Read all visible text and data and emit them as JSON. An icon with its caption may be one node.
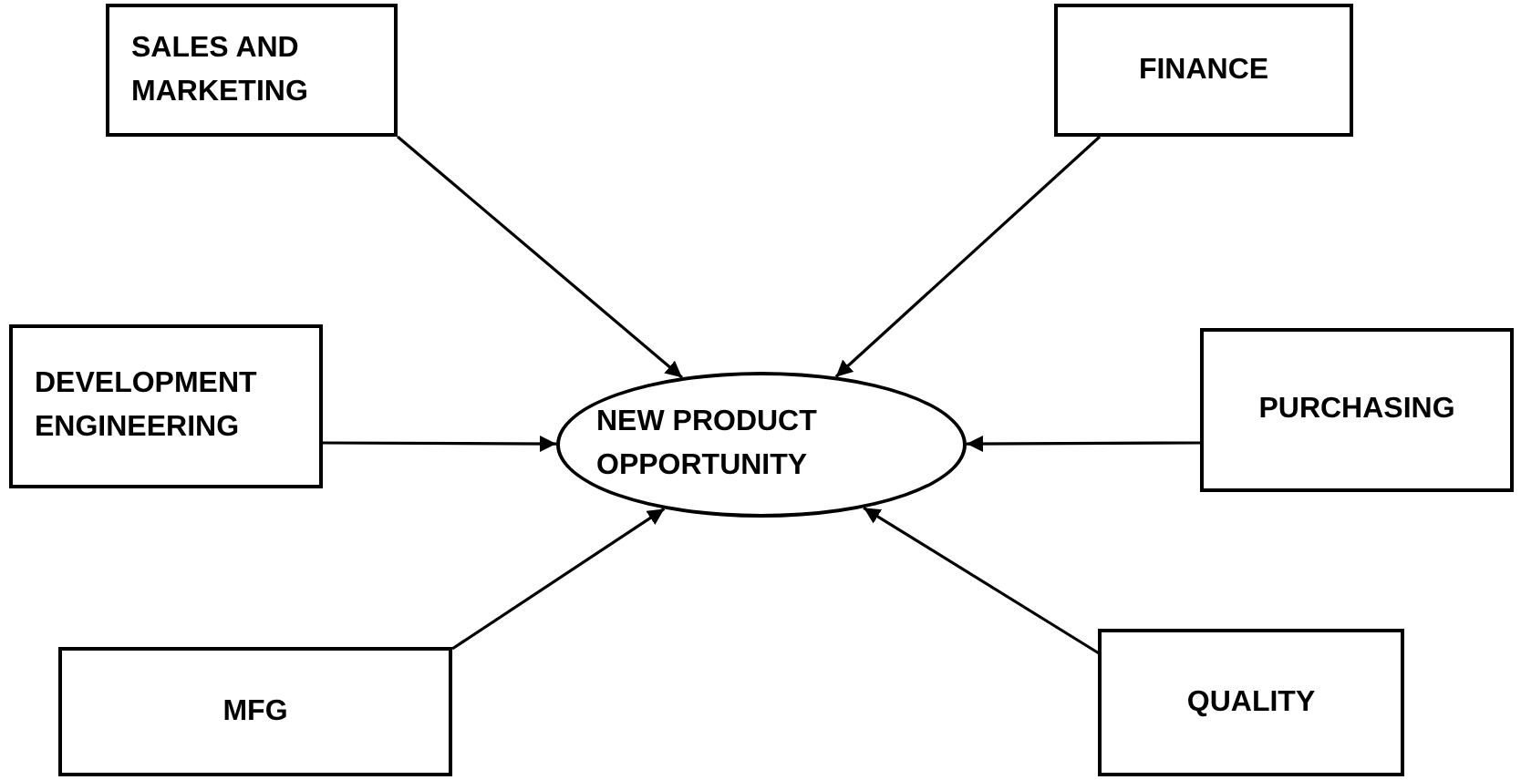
{
  "diagram": {
    "nodes": [
      {
        "text": [
          "SALES AND MARKETING"
        ]
      },
      {
        "text": [
          "FINANCE"
        ]
      },
      {
        "text": [
          "DEVELOPMENT ENGINEERING"
        ]
      },
      {
        "text": [
          "NEW PRODUCT OPPORTUNITY"
        ]
      },
      {
        "text": [
          "PURCHASING"
        ]
      },
      {
        "text": [
          "MFG"
        ]
      },
      {
        "text": [
          "QUALITY"
        ]
      }
    ],
    "edges": [
      {
        "from": 0,
        "to": 3,
        "arrow": "to"
      },
      {
        "from": 1,
        "to": 3,
        "arrow": "to"
      },
      {
        "from": 2,
        "to": 3,
        "arrow": "to"
      },
      {
        "from": 4,
        "to": 3,
        "arrow": "to"
      },
      {
        "from": 5,
        "to": 3,
        "arrow": "to"
      },
      {
        "from": 6,
        "to": 3,
        "arrow": "to"
      }
    ]
  }
}
